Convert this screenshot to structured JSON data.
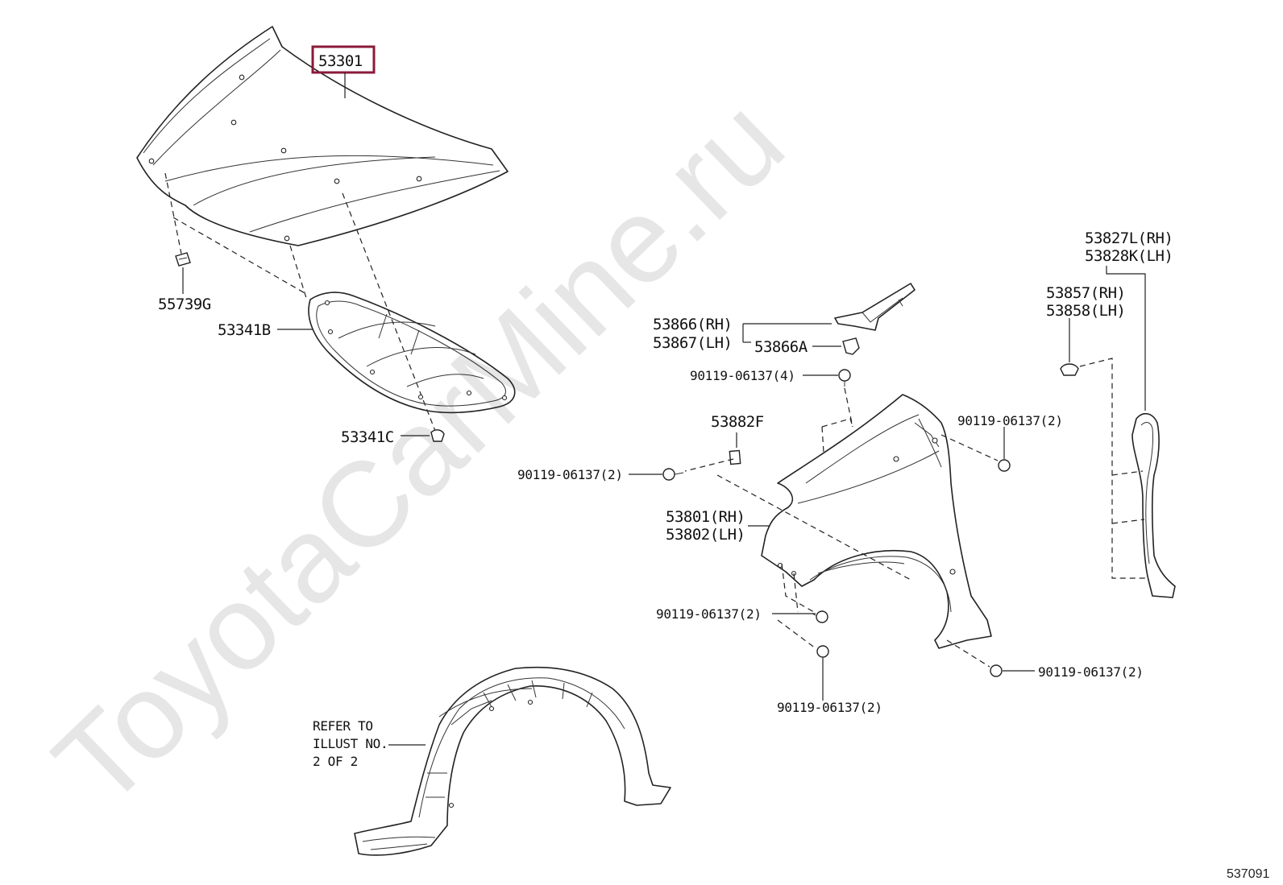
{
  "watermark": "ToyotaCarMine.ru",
  "diagram_code": "537091",
  "labels": {
    "hood": "53301",
    "hood_stop": "55739G",
    "hood_insulator": "53341B",
    "insulator_clip": "53341C",
    "seal_rh": "53866(RH)",
    "seal_lh": "53867(LH)",
    "seal_clip": "53866A",
    "bolt_top": "90119-06137(4)",
    "fender_plate": "53882F",
    "bolt_left": "90119-06137(2)",
    "bolt_right_top": "90119-06137(2)",
    "fender_rh": "53801(RH)",
    "fender_lh": "53802(LH)",
    "bolt_lower_left": "90119-06137(2)",
    "bolt_bottom": "90119-06137(2)",
    "bolt_lower_right": "90119-06137(2)",
    "panel_rh": "53827L(RH)",
    "panel_lh": "53828K(LH)",
    "cushion_rh": "53857(RH)",
    "cushion_lh": "53858(LH)",
    "refer_line1": "REFER TO",
    "refer_line2": "ILLUST NO.",
    "refer_line3": "2 OF 2"
  },
  "colors": {
    "highlight": "#8b1a3a",
    "line": "#222222",
    "watermark": "#e6e6e6"
  }
}
